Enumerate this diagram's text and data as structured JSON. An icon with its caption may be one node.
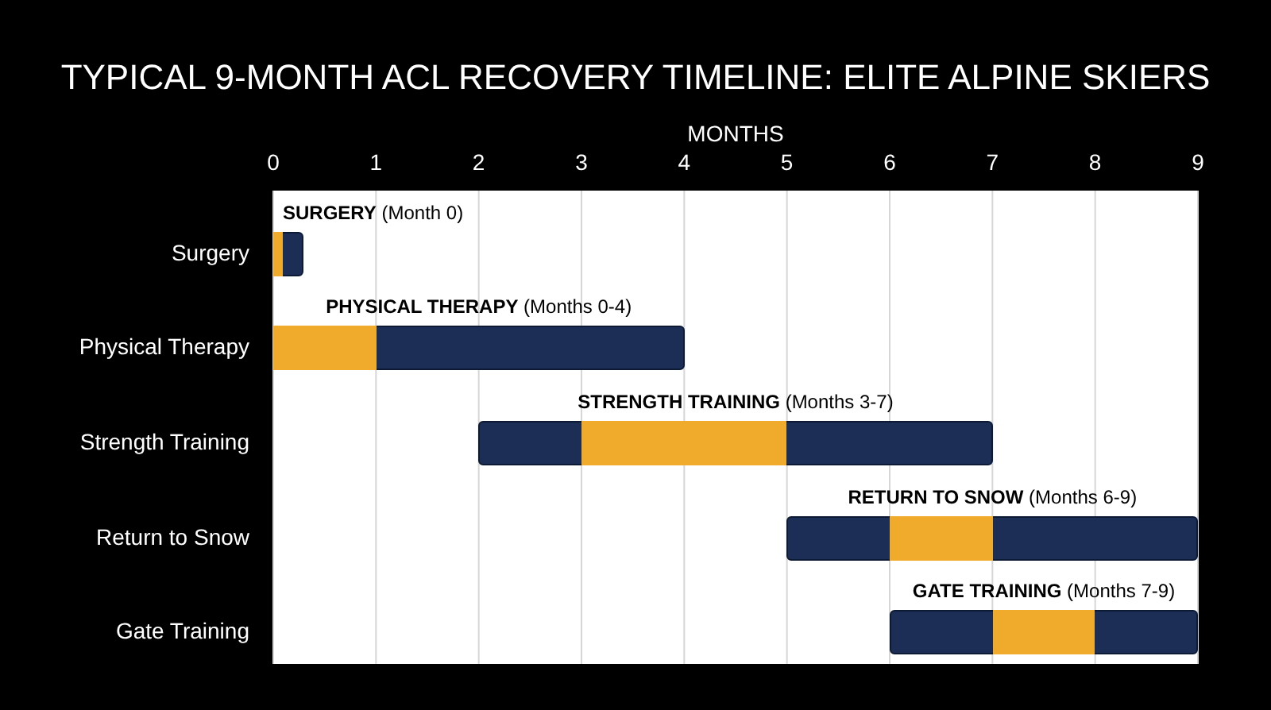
{
  "diagram": {
    "title": "TYPICAL 9-MONTH ACL RECOVERY TIMELINE: ELITE ALPINE SKIERS",
    "nodes": [
      {
        "text": [],
        "shape": "bar",
        "beside": [
          "**SURGERY** (Month 0)"
        ]
      },
      {
        "text": [],
        "shape": "bar",
        "in": 0
      },
      {
        "text": [],
        "shape": "bar",
        "beside": [
          "**PHYSICAL THERAPY** (Months 0-4)"
        ]
      },
      {
        "text": [],
        "shape": "bar",
        "in": 2
      },
      {
        "text": [],
        "shape": "bar",
        "beside": [
          "**STRENGTH TRAINING** (Months 3-7)"
        ]
      },
      {
        "text": [],
        "shape": "bar",
        "in": 4
      },
      {
        "text": [],
        "shape": "bar",
        "beside": [
          "**RETURN TO SNOW** (Months 6-9)"
        ]
      },
      {
        "text": [],
        "shape": "bar",
        "in": 6
      },
      {
        "text": [],
        "shape": "bar",
        "beside": [
          "**GATE TRAINING** (Months 7-9)"
        ]
      },
      {
        "text": [],
        "shape": "bar",
        "in": 8
      }
    ],
    "labels": [
      "MONTHS",
      "0",
      "1",
      "2",
      "3",
      "4",
      "5",
      "6",
      "7",
      "8",
      "9",
      "Surgery",
      "Physical Therapy",
      "Strength Training",
      "Return to Snow",
      "Gate Training"
    ]
  }
}
